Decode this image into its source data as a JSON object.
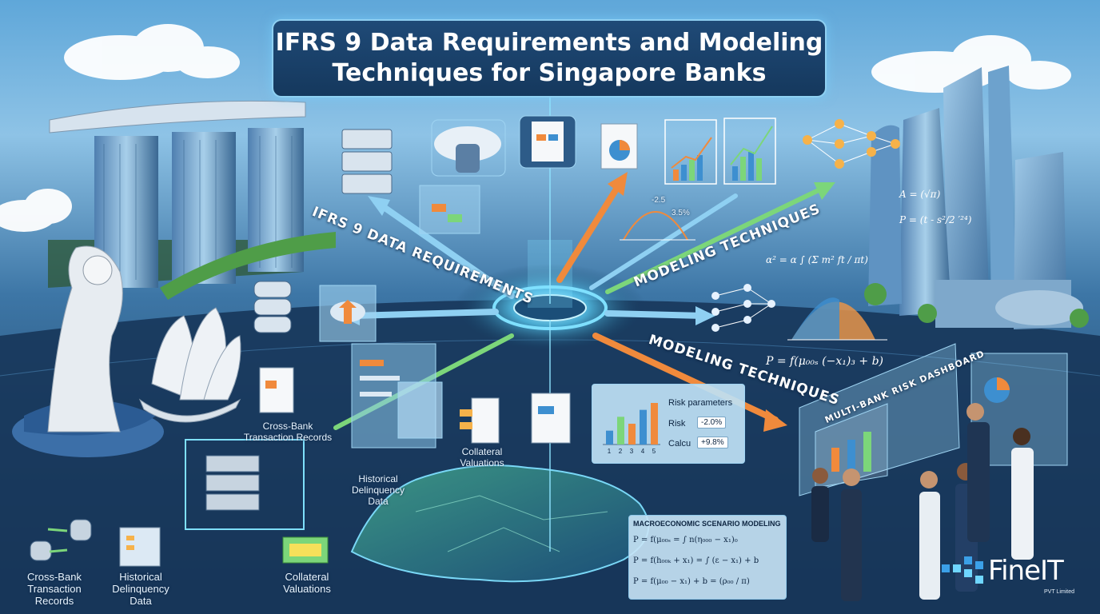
{
  "title": {
    "line1": "IFRS 9 Data Requirements and Modeling",
    "line2": "Techniques for Singapore Banks"
  },
  "bands": {
    "data_requirements": "IFRS 9 DATA REQUIREMENTS",
    "modeling_upper": "MODELING TECHNIQUES",
    "modeling_lower": "MODELING TECHNIQUES",
    "dashboard": "MULTI-BANK RISK DASHBOARD"
  },
  "labels": {
    "cross_bank_mid": "Cross-Bank\nTransaction Records",
    "historical_mid": "Historical\nDelinquency\nData",
    "collateral_mid": "Collateral\nValuations",
    "cross_bank_bottom": "Cross-Bank\nTransaction\nRecords",
    "historical_bottom": "Historical\nDelinquency\nData",
    "collateral_bottom": "Collateral\nValuations"
  },
  "risk_panel": {
    "title": "Risk parameters",
    "risk_label": "Risk",
    "risk_value": "-2.0%",
    "calc_label": "Calcu",
    "calc_value": "+9.8%",
    "x_ticks": [
      "1",
      "2",
      "3",
      "4",
      "5"
    ],
    "bar_values": [
      2,
      4,
      3,
      5,
      6
    ]
  },
  "upper_chart": {
    "value_a": "-2.5",
    "value_b": "3.5%"
  },
  "formulas": {
    "f1": "A = (√π)",
    "f2": "P = (t - s²/2 ′²⁴)",
    "f3": "α² = α ∫ (Σ m² ft / πt)",
    "f4": "P = f(μ₀₀ₛ (−x₁)₃ + b)"
  },
  "macro": {
    "title": "MACROECONOMIC SCENARIO MODELING",
    "eq1": "P = f(μ₀₀ₛ = ∫ n(η₀₀₀ − x₁)₀",
    "eq2": "P = f(h₀₀ₖ + x₁) = ∫ (ε − x₁) + b",
    "eq3": "P = f(μ₀₀ − x₁) + b = (ρ₀₀ / π)"
  },
  "logo": {
    "name": "FineIT",
    "sub": "PVT Limited"
  },
  "colors": {
    "sky": "#7fbbe3",
    "navy": "#13304d",
    "cyan_glow": "#7fe0ff",
    "arrow_orange": "#f08a3c",
    "arrow_green": "#7cd67a",
    "arrow_blue": "#8fd0f2"
  }
}
